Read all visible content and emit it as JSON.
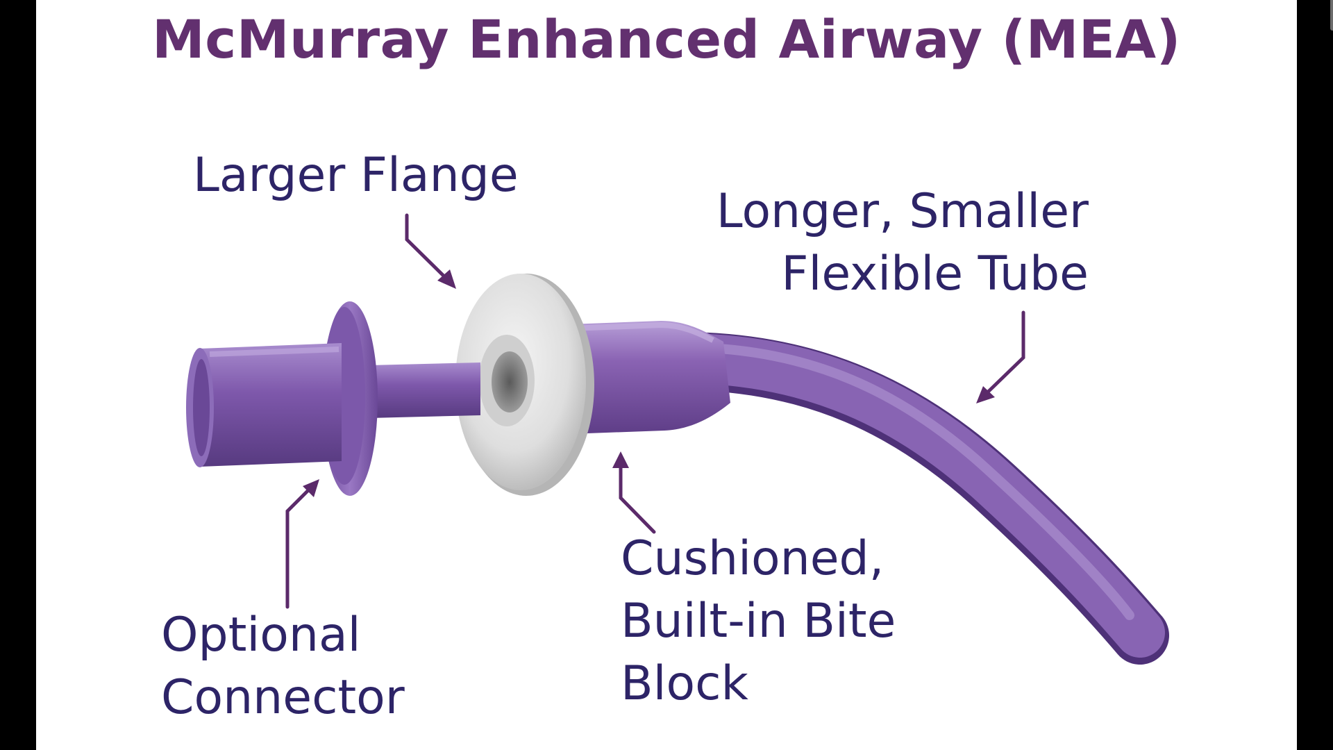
{
  "slide": {
    "title": "McMurray Enhanced Airway (MEA)",
    "labels": {
      "flange": [
        "Larger Flange"
      ],
      "tube": [
        "Longer, Smaller",
        "Flexible Tube"
      ],
      "bite_block": [
        "Cushioned,",
        "Built-in Bite",
        "Block"
      ],
      "connector": [
        "Optional",
        "Connector"
      ]
    },
    "colors": {
      "title": "#62306f",
      "label_text": "#2d2467",
      "arrow": "#5b2a6a",
      "device_purple": "#8a63b3",
      "flange_white": "#e6e6e6"
    }
  }
}
